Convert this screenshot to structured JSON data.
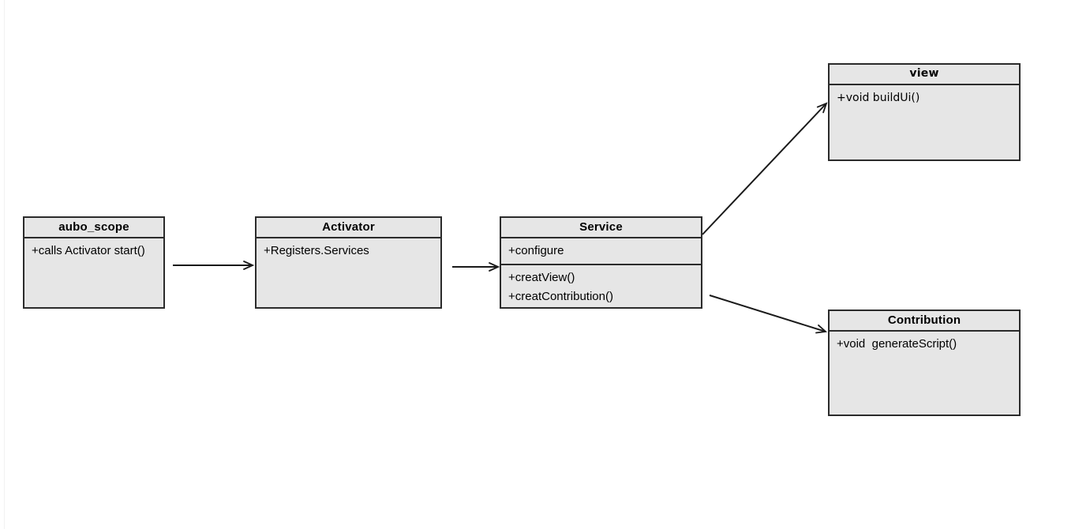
{
  "diagram": {
    "type": "uml-class-diagram",
    "background_color": "#ffffff",
    "box_fill_color": "#e6e6e6",
    "box_border_color": "#2b2b2b",
    "line_color": "#1a1a1a",
    "classes": [
      {
        "id": "aubo_scope",
        "name": "aubo_scope",
        "compartments": [
          {
            "members": [
              "+calls Activator start()"
            ]
          }
        ]
      },
      {
        "id": "activator",
        "name": "Activator",
        "compartments": [
          {
            "members": [
              "+Registers.Services"
            ]
          }
        ]
      },
      {
        "id": "service",
        "name": "Service",
        "compartments": [
          {
            "members": [
              "+configure"
            ]
          },
          {
            "members": [
              "+creatView()",
              "+creatContribution()"
            ]
          }
        ]
      },
      {
        "id": "view",
        "name": "view",
        "compartments": [
          {
            "members": [
              "+void buildUi()"
            ]
          }
        ]
      },
      {
        "id": "contribution",
        "name": "Contribution",
        "compartments": [
          {
            "members": [
              "+void  generateScript()"
            ]
          }
        ]
      }
    ],
    "connections": [
      {
        "id": "aubo_scope-to-activator",
        "from": "aubo_scope",
        "to": "activator",
        "arrow": "open"
      },
      {
        "id": "activator-to-service",
        "from": "activator",
        "to": "service",
        "arrow": "open"
      },
      {
        "id": "service-to-view",
        "from": "service",
        "to": "view",
        "arrow": "open"
      },
      {
        "id": "service-to-contribution",
        "from": "service",
        "to": "contribution",
        "arrow": "open"
      }
    ]
  }
}
